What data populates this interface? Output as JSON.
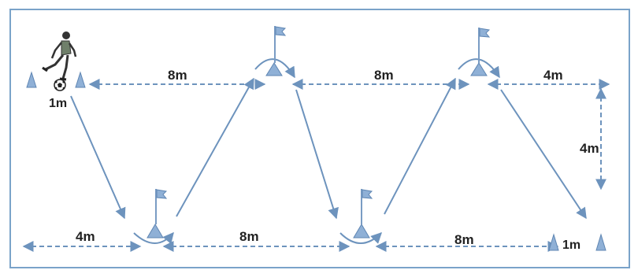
{
  "colors": {
    "frame": "#7aa3c9",
    "line": "#6d93bd",
    "cone": "#8fb0d6",
    "flag": "#8fb0d6",
    "text": "#222222"
  },
  "labels": {
    "top_left_8m": "8m",
    "top_right_8m": "8m",
    "top_right_4m": "4m",
    "right_vertical_4m": "4m",
    "start_1m": "1m",
    "bottom_left_4m": "4m",
    "bottom_middle_8m": "8m",
    "bottom_right_8m": "8m",
    "end_1m": "1m"
  },
  "icons": {
    "player": "soccer-player-icon",
    "ball": "soccer-ball-icon",
    "cone": "cone-icon",
    "flag": "flag-icon"
  }
}
